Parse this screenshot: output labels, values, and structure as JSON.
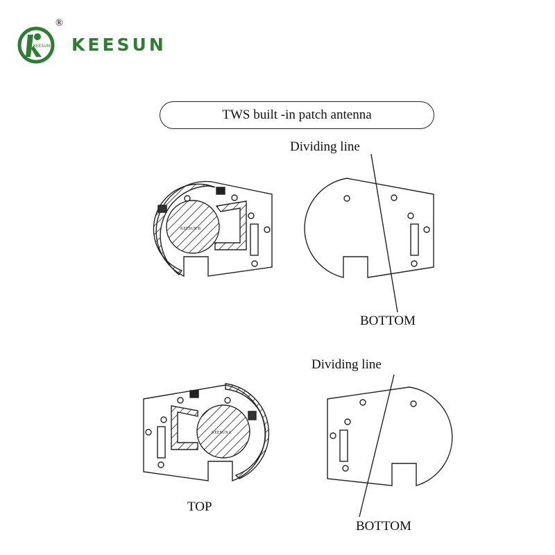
{
  "brand": {
    "name": "KEESUN",
    "registered_mark": "®",
    "logo_inner_text": "KEESUN",
    "color": "#2e7d32"
  },
  "title": "TWS built -in patch antenna",
  "labels": {
    "dividing_line_top": "Dividing line",
    "bottom_top": "BOTTOM",
    "dividing_line_bottom": "Dividing line",
    "top": "TOP",
    "bottom_bottom": "BOTTOM"
  },
  "chip_labels": {
    "upper": "KEESUN B",
    "lower": "KEESUN L"
  }
}
